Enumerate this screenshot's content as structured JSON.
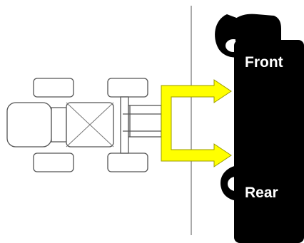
{
  "diagram": {
    "labels": {
      "front": "Front",
      "rear": "Rear"
    },
    "colors": {
      "background": "#ffffff",
      "outline": "#555555",
      "cross_lines": "#777777",
      "arrow_fill": "#ffff00",
      "arrow_stroke": "#9a9a00",
      "body_fill": "#000000",
      "label_text": "#ffffff"
    },
    "arrow_count": 2
  }
}
